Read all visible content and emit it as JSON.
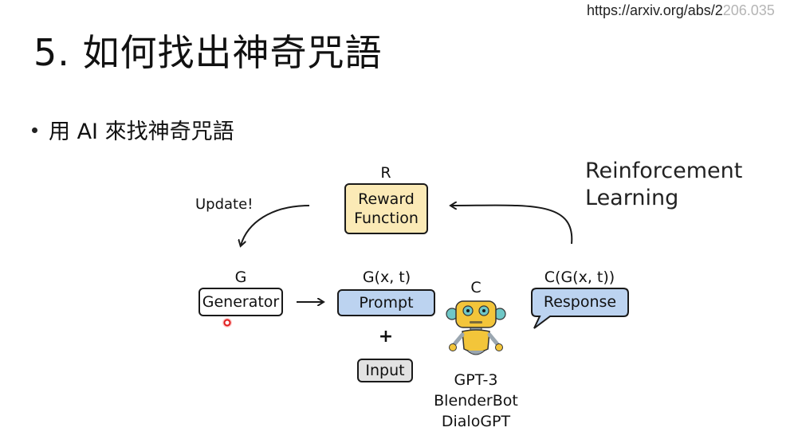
{
  "browser": {
    "url_visible": "https://arxiv.org/abs/2",
    "url_faded": "206.035"
  },
  "slide": {
    "title": "5. 如何找出神奇咒語",
    "bullet": "用 AI 來找神奇咒語"
  },
  "diagram": {
    "rl_label_line1": "Reinforcement",
    "rl_label_line2": "Learning",
    "reward": {
      "symbol": "R",
      "line1": "Reward",
      "line2": "Function"
    },
    "update_label": "Update!",
    "generator": {
      "symbol": "G",
      "label": "Generator"
    },
    "prompt": {
      "symbol": "G(x, t)",
      "label": "Prompt"
    },
    "plus": "+",
    "input": {
      "label": "Input"
    },
    "chatbot": {
      "symbol": "C",
      "names": [
        "GPT-3",
        "BlenderBot",
        "DialoGPT"
      ]
    },
    "response": {
      "symbol": "C(G(x, t))",
      "label": "Response"
    }
  },
  "colors": {
    "reward_fill": "#fbeab6",
    "prompt_fill": "#bcd3f0",
    "response_fill": "#bcd3f0",
    "input_fill": "#e2e2e2",
    "robot_body": "#f3c53a",
    "robot_accent": "#6fc7c6"
  }
}
